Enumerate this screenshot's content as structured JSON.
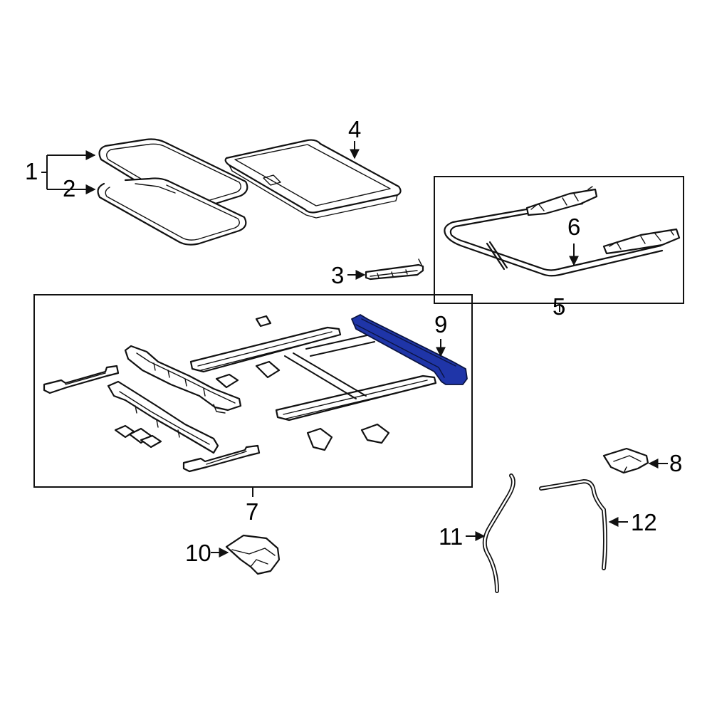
{
  "diagram": {
    "highlight_color": "#1f35a8",
    "callouts": [
      {
        "id": "c1",
        "text": "1"
      },
      {
        "id": "c2",
        "text": "2"
      },
      {
        "id": "c3",
        "text": "3"
      },
      {
        "id": "c4",
        "text": "4"
      },
      {
        "id": "c5",
        "text": "5"
      },
      {
        "id": "c6",
        "text": "6"
      },
      {
        "id": "c7",
        "text": "7"
      },
      {
        "id": "c8",
        "text": "8"
      },
      {
        "id": "c9",
        "text": "9"
      },
      {
        "id": "c10",
        "text": "10"
      },
      {
        "id": "c11",
        "text": "11"
      },
      {
        "id": "c12",
        "text": "12"
      }
    ]
  }
}
